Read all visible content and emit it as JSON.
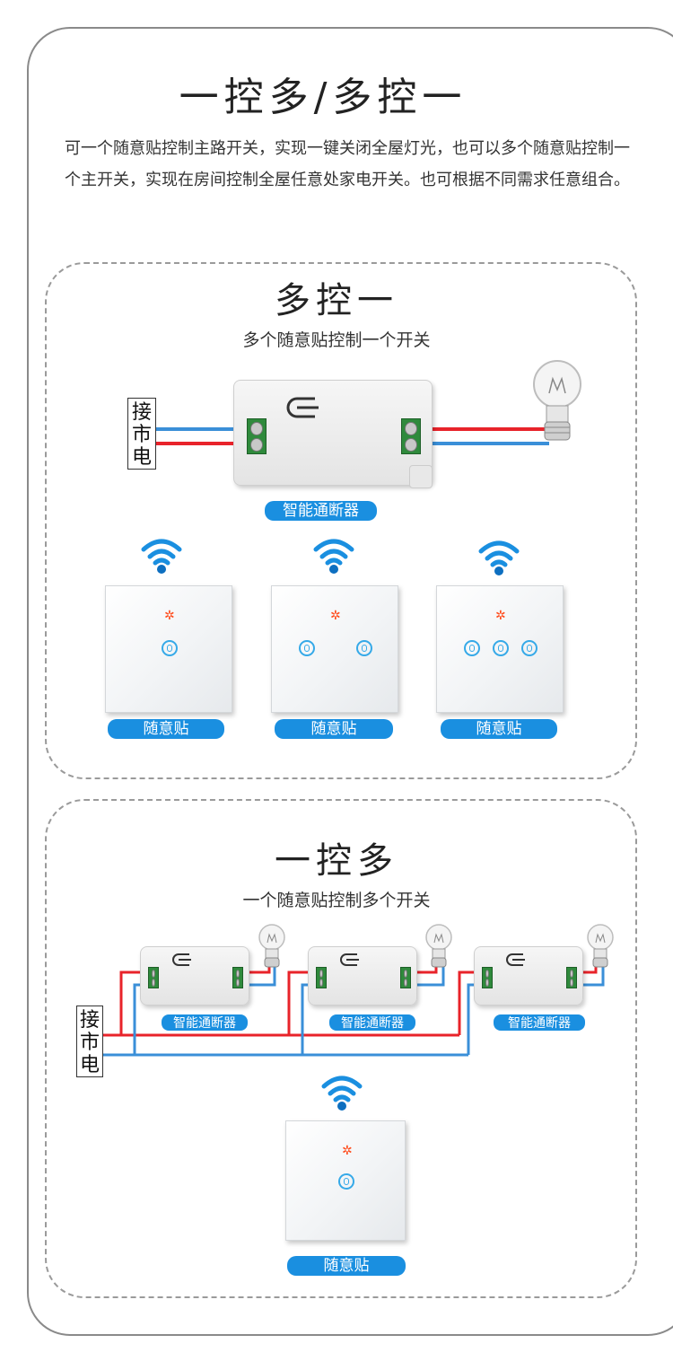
{
  "header": {
    "title": "一控多/多控一",
    "intro": "可一个随意贴控制主路开关，实现一键关闭全屋灯光，也可以多个随意贴控制一个主开关，实现在房间控制全屋任意处家电开关。也可根据不同需求任意组合。"
  },
  "section_many_to_one": {
    "title": "多控一",
    "subtitle": "多个随意贴控制一个开关",
    "mains_label": "接市电",
    "relay_label": "智能通断器",
    "switch_labels": [
      "随意贴",
      "随意贴",
      "随意贴"
    ],
    "led_glyph": "✲"
  },
  "section_one_to_many": {
    "title": "一控多",
    "subtitle": "一个随意贴控制多个开关",
    "mains_label": "接市电",
    "relay_labels": [
      "智能通断器",
      "智能通断器",
      "智能通断器"
    ],
    "switch_label": "随意贴",
    "led_glyph": "✲"
  },
  "colors": {
    "accent_blue": "#1a8fe0",
    "wire_red": "#e8232a",
    "wire_blue": "#3a8fd8",
    "frame_gray": "#8a8a8a",
    "led_orange": "#ff4a1a"
  },
  "icons": [
    "wifi-icon",
    "bulb-icon",
    "touch-key-icon",
    "relay-loop-icon"
  ]
}
